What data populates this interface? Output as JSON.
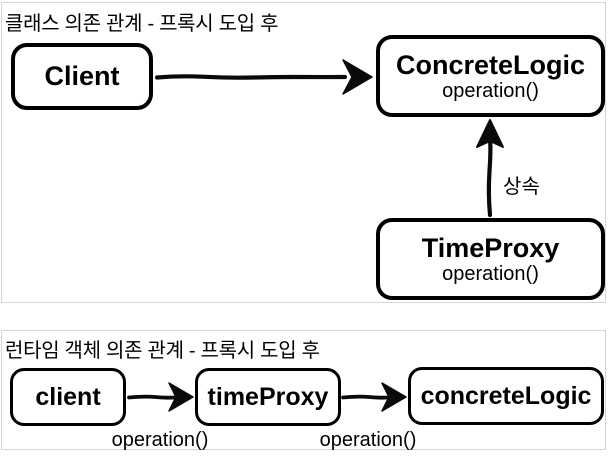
{
  "top_panel": {
    "title": "클래스 의존 관계 - 프록시 도입 후",
    "client_box": {
      "label": "Client"
    },
    "concrete_logic_box": {
      "title": "ConcreteLogic",
      "method": "operation()"
    },
    "time_proxy_box": {
      "title": "TimeProxy",
      "method": "operation()"
    },
    "inheritance_label": "상속"
  },
  "bottom_panel": {
    "title": "런타임 객체 의존 관계 - 프록시 도입 후",
    "client_box": {
      "label": "client"
    },
    "time_proxy_box": {
      "label": "timeProxy"
    },
    "concrete_logic_box": {
      "label": "concreteLogic"
    },
    "arrow1_label": "operation()",
    "arrow2_label": "operation()"
  },
  "colors": {
    "background": "#ffffff",
    "panel_border": "#d5d5d5",
    "node_border": "#000000",
    "text": "#000000"
  }
}
